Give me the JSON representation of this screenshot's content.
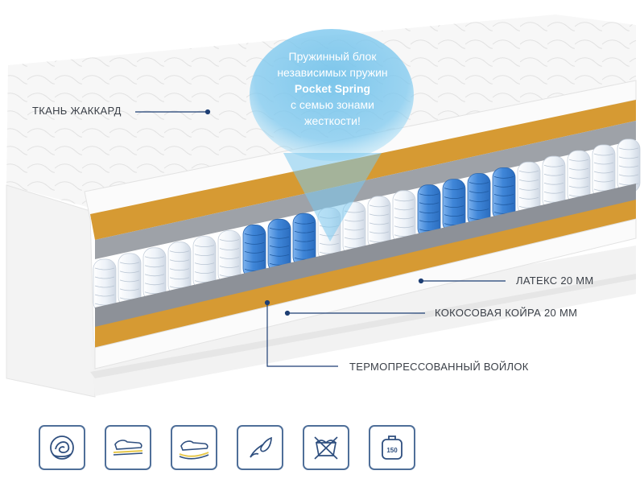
{
  "labels": {
    "fabric": "ТКАНЬ ЖАККАРД",
    "latex": "ЛАТЕКС 20 ММ",
    "coir": "КОКОСОВАЯ КОЙРА 20 ММ",
    "felt": "ТЕРМОПРЕССОВАННЫЙ ВОЙЛОК"
  },
  "bubble": {
    "line1": "Пружинный блок",
    "line2": "независимых пружин",
    "line3": "Pocket Spring",
    "line4": "с семью зонами",
    "line5": "жесткости!"
  },
  "icons": [
    {
      "name": "cotton-icon"
    },
    {
      "name": "firm-support-icon"
    },
    {
      "name": "soft-support-icon"
    },
    {
      "name": "natural-leaf-icon"
    },
    {
      "name": "no-wash-icon"
    },
    {
      "name": "max-load-icon",
      "text": "150"
    }
  ],
  "colors": {
    "spring_blue": "#4f8fd8",
    "spring_white": "#f3f6fb",
    "coir": "#d69a33",
    "felt": "#8f939a",
    "fabric": "#f7f7f7",
    "callout_line": "#1e3f74",
    "icon_border": "#4f6f99"
  }
}
